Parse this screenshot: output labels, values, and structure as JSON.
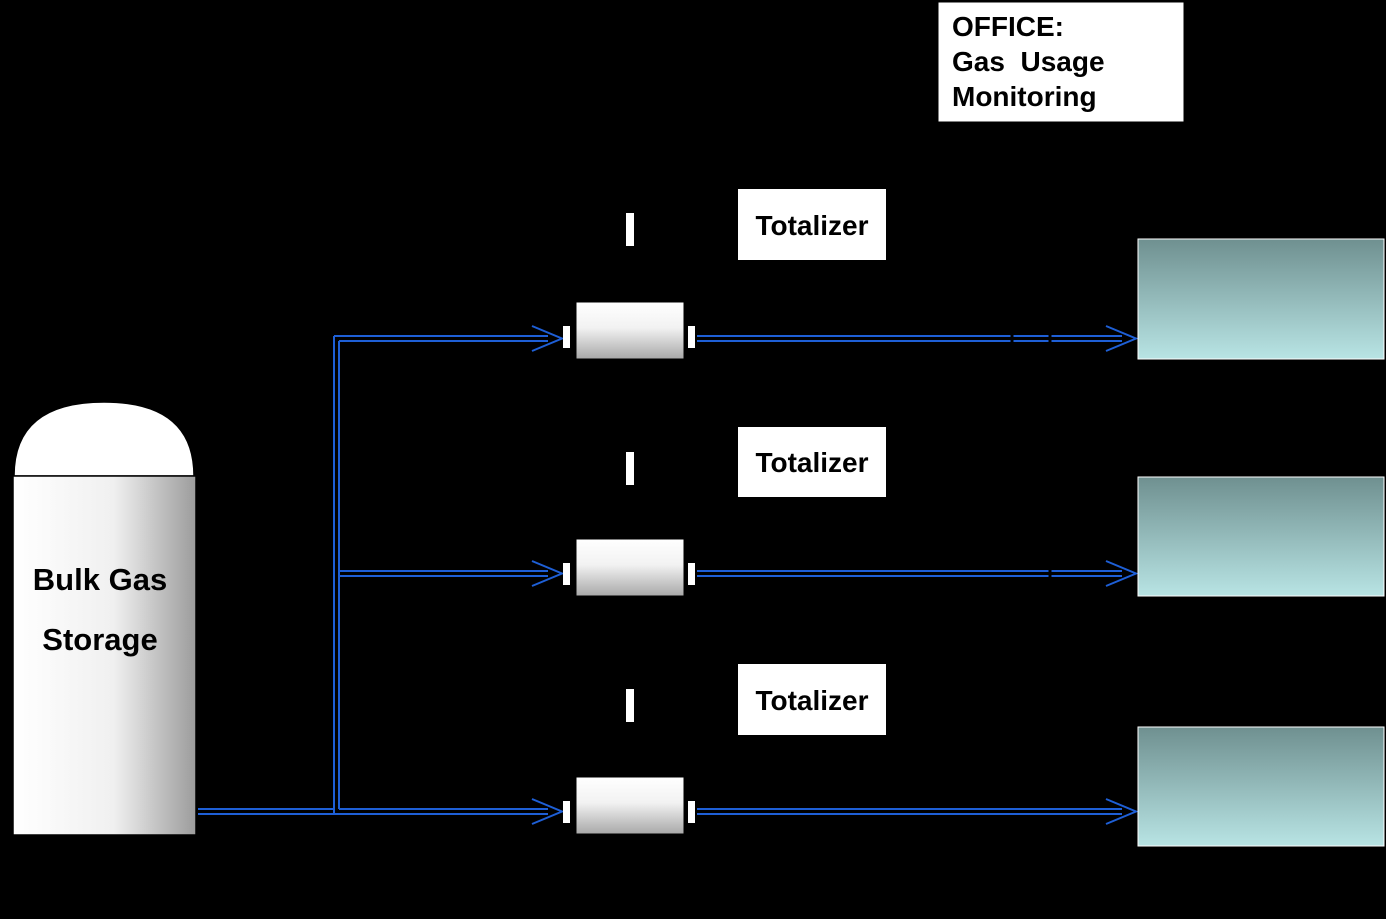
{
  "office": {
    "lines": [
      "OFFICE:",
      "Gas  Usage",
      "Monitoring"
    ]
  },
  "storage": {
    "lines": [
      "Bulk Gas",
      "Storage"
    ]
  },
  "branches": [
    {
      "totalizer_label": "Totalizer"
    },
    {
      "totalizer_label": "Totalizer"
    },
    {
      "totalizer_label": "Totalizer"
    }
  ],
  "colors": {
    "background": "#000000",
    "pipe": "#1e5fd6",
    "box_fill": "#ffffff",
    "consumer_top": "#6f9090",
    "consumer_bottom": "#b8e4e4"
  }
}
